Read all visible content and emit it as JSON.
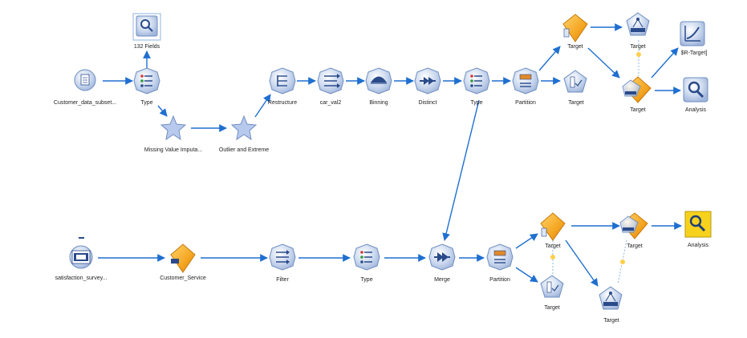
{
  "colors": {
    "link": "#1f6fd0",
    "node_fill": "#c9d7ee",
    "node_stroke": "#6f8fc0",
    "model_gold": "#f5a623",
    "star": "#b8c9ee",
    "highlight": "#f7d21c"
  },
  "nodes": {
    "fields132": "132 Fields",
    "customer_data": "Customer_data_subset...",
    "type1": "Type",
    "missing": "Missing Value Imputa...",
    "outlier": "Outlier and Extreme",
    "restructure": "Restructure",
    "car_val2": "car_val2",
    "binning": "Binning",
    "distinct": "Distinct",
    "type2": "Type",
    "partition1": "Partition",
    "target_m1": "Target",
    "target_p1": "Target",
    "target_c1": "Target",
    "target_cm1": "Target",
    "r_target": "$R-Target]",
    "analysis1": "Analysis",
    "survey": "satisfaction_survey...",
    "customer_service": "Customer_Service",
    "filter": "Filter",
    "type3": "Type",
    "merge": "Merge",
    "partition2": "Partition",
    "target_m2": "Target",
    "target_p2": "Target",
    "target_cm2": "Target",
    "target_c2": "Target",
    "analysis2": "Analysis"
  },
  "icons": {
    "source_file": "file-icon",
    "type": "type-icon",
    "star": "star-icon",
    "model": "model-nugget-icon",
    "analysis": "magnifier-icon",
    "chart": "chart-icon"
  }
}
